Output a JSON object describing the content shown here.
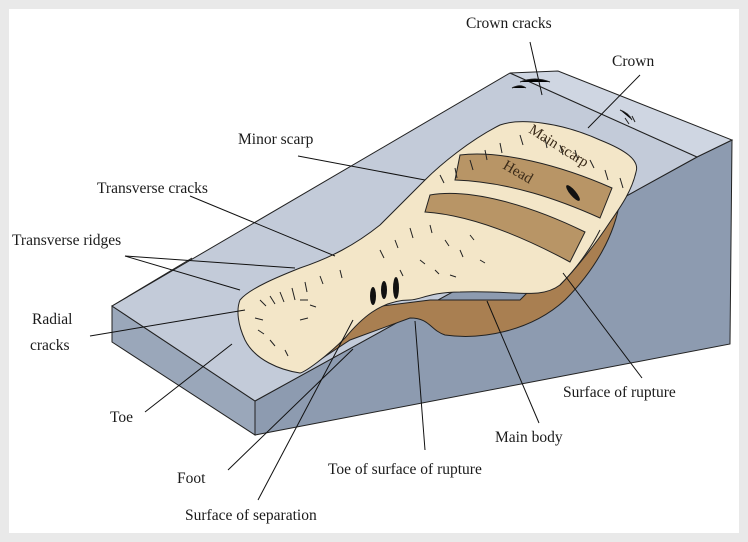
{
  "title": "Landslide anatomy diagram",
  "labels": {
    "crown_cracks": "Crown cracks",
    "crown": "Crown",
    "minor_scarp": "Minor scarp",
    "transverse_cracks": "Transverse cracks",
    "transverse_ridges": "Transverse ridges",
    "radial": "Radial",
    "cracks": "cracks",
    "toe": "Toe",
    "foot": "Foot",
    "surface_of_separation": "Surface of separation",
    "toe_of_surface_of_rupture": "Toe of surface of rupture",
    "main_body": "Main body",
    "surface_of_rupture": "Surface of rupture",
    "main_scarp": "Main scarp",
    "head": "Head"
  },
  "colors": {
    "slope_top": "#c3cbd9",
    "slope_side": "#8d9bb0",
    "debris": "#f3e6c8",
    "brown": "#b08a5c",
    "dark_brown": "#9a7045"
  }
}
